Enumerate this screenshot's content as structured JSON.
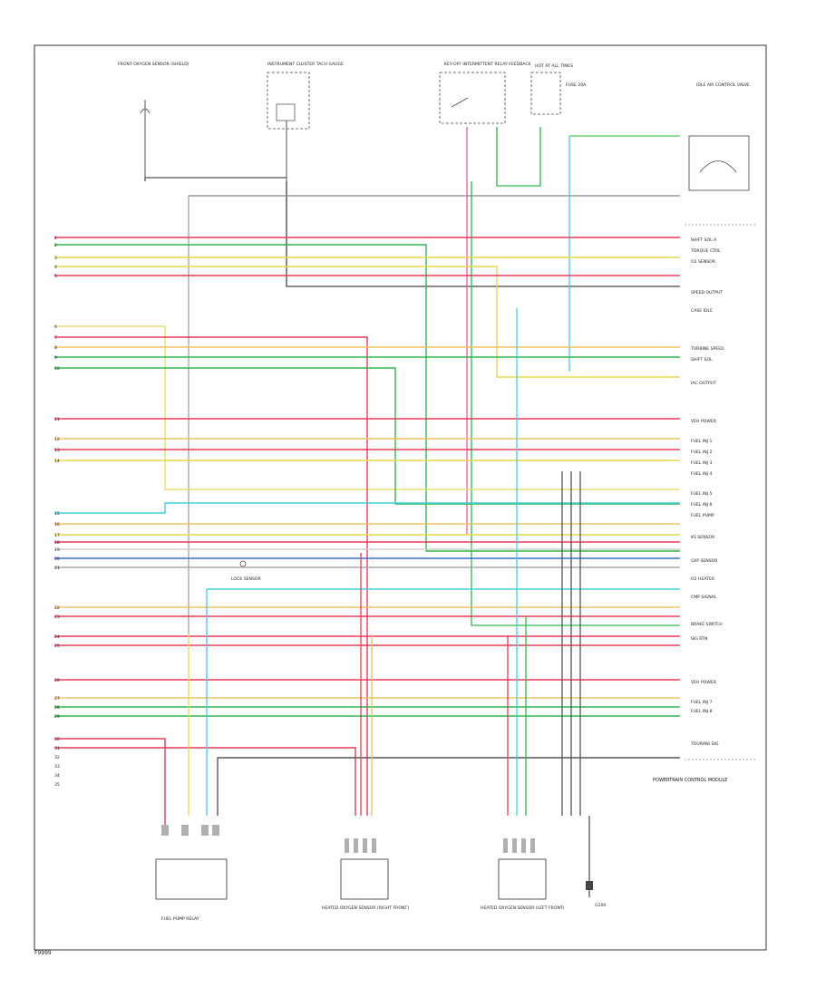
{
  "frame_label": "F9999",
  "top_components": [
    {
      "label": "FRONT OXYGEN SENSOR (SHIELD)"
    },
    {
      "label": "INSTRUMENT CLUSTER TACH GAUGE"
    },
    {
      "label": "KEY-OFF INTERMITTENT RELAY FEEDBACK"
    },
    {
      "label": "HOT AT ALL TIMES"
    },
    {
      "label": "IDLE AIR CONTROL VALVE"
    }
  ],
  "fuse_label": "FUSE 20A",
  "lock_sensor_label": "LOCK SENSOR",
  "bottom_components": [
    {
      "label": "FUEL PUMP RELAY"
    },
    {
      "label": "HEATED OXYGEN SENSOR (RIGHT FRONT)"
    },
    {
      "label": "HEATED OXYGEN SENSOR (LEFT FRONT)"
    }
  ],
  "ground_label": "G100",
  "ecm_label": "POWERTRAIN CONTROL MODULE",
  "left_pins": [
    "1",
    "2",
    "3",
    "4",
    "5",
    "6",
    "7",
    "8",
    "9",
    "10",
    "11",
    "12",
    "13",
    "14",
    "15",
    "16",
    "17",
    "18",
    "19",
    "20",
    "21",
    "22",
    "23",
    "24",
    "25",
    "26",
    "27",
    "28",
    "29",
    "30",
    "31",
    "32",
    "33",
    "34",
    "35"
  ],
  "right_functions": [
    "SHIFT SOL A",
    "TORQUE CTRL",
    "O2 SENSOR",
    "SPEED OUTPUT",
    "CASE IDLE",
    "TURBINE SPEED",
    "SHIFT SOL",
    "IAC OUTPUT",
    "VEH POWER",
    "FUEL INJ 1",
    "FUEL INJ 2",
    "FUEL INJ 3",
    "FUEL INJ 4",
    "FUEL INJ 5",
    "FUEL INJ 6",
    "FUEL PUMP",
    "KS SENSOR",
    "CKP SENSOR",
    "O2 HEATER",
    "CMP SIGNAL",
    "BRAKE SWITCH",
    "SIG RTN",
    "VEH POWER",
    "FUEL INJ 7",
    "FUEL INJ 8",
    "TOURING SIG"
  ]
}
